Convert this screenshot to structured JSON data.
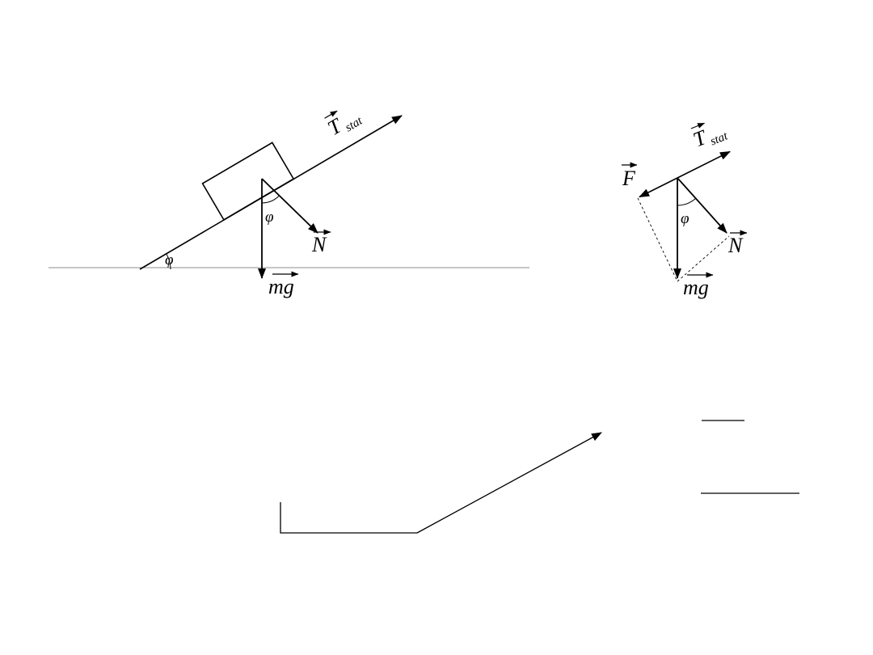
{
  "labels": {
    "phi": "φ",
    "tension": "T",
    "tension_sub": "stat",
    "normal": "N",
    "weight": "mg",
    "force": "F"
  },
  "colors": {
    "ink": "#000000",
    "ground_line": "#8c8c8c"
  }
}
